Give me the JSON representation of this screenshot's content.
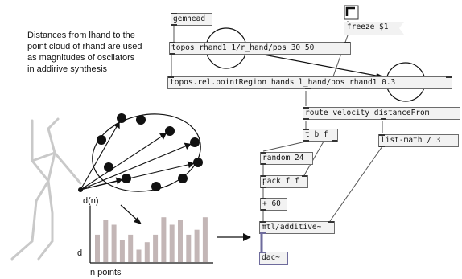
{
  "caption": {
    "line1": "Distances from lhand to the",
    "line2": "point cloud of rhand are used",
    "line3": "as magnitudes of oscilators",
    "line4": "in addirive synthesis"
  },
  "objects": {
    "gemhead": "gemhead",
    "topos": "topos rhand1 1/r_hand/pos 30 50",
    "freeze_msg": "freeze $1",
    "pointregion": "topos.rel.pointRegion hands l_hand/pos rhand1 0.3",
    "route": "route velocity distanceFrom",
    "tbf": "t b f",
    "random": "random 24",
    "listmath": "list-math / 3",
    "pack": "pack f f",
    "plus": "+ 60",
    "additive": "mtl/additive~",
    "dac": "dac~"
  },
  "sketch": {
    "dn_label": "d(n)",
    "d_label": "d",
    "npoints_label": "n points"
  },
  "chart_data": {
    "type": "bar",
    "categories": [],
    "values": [
      0.55,
      0.85,
      0.75,
      0.45,
      0.55,
      0.25,
      0.4,
      0.55,
      0.9,
      0.75,
      0.85,
      0.55,
      0.65,
      0.9
    ],
    "title": "",
    "xlabel": "n points",
    "ylabel": "d",
    "color": "#c3b6b6"
  },
  "colors": {
    "object_border": "#6c6c6c",
    "object_fill": "#f2f2f2",
    "dac_cable": "#6e6b9c",
    "bar": "#c3b6b6",
    "figure": "#c9c9c9"
  }
}
